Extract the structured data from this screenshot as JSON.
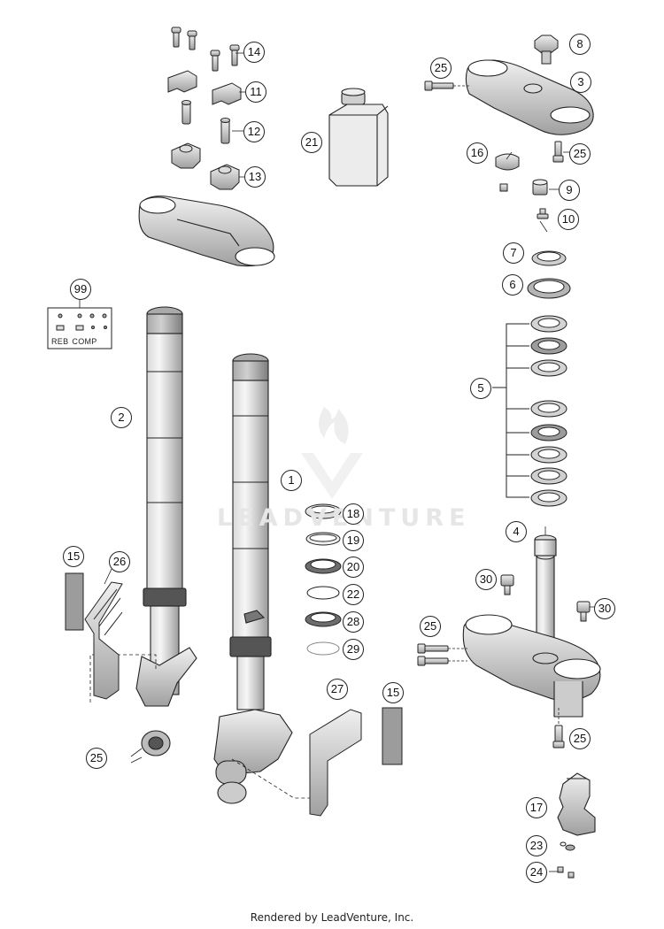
{
  "callouts": {
    "c14": "14",
    "c11": "11",
    "c12": "12",
    "c13": "13",
    "c21": "21",
    "c8": "8",
    "c25a": "25",
    "c3": "3",
    "c25b": "25",
    "c16": "16",
    "c9": "9",
    "c10": "10",
    "c7": "7",
    "c6": "6",
    "c5": "5",
    "c99": "99",
    "c2": "2",
    "c1": "1",
    "c18": "18",
    "c19": "19",
    "c20": "20",
    "c22": "22",
    "c28": "28",
    "c29": "29",
    "c4": "4",
    "c30a": "30",
    "c30b": "30",
    "c25c": "25",
    "c25d": "25",
    "c15a": "15",
    "c26": "26",
    "c25e": "25",
    "c27": "27",
    "c15b": "15",
    "c17": "17",
    "c23": "23",
    "c24": "24"
  },
  "kit_labels": {
    "reb": "REB",
    "comp": "COMP"
  },
  "watermark": "LEADVENTURE",
  "footer": "Rendered by LeadVenture, Inc.",
  "colors": {
    "line": "#222222",
    "shade": "#bdbdbd",
    "light": "#e2e2e2"
  }
}
